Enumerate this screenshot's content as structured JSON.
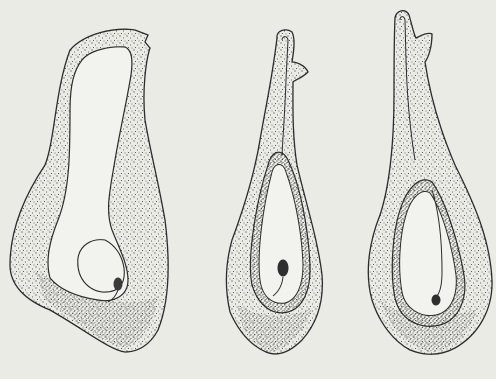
{
  "figures": [
    {
      "id": "fig-left",
      "contains": [
        "wall",
        "cavity",
        "embryo-sac",
        "embryo"
      ]
    },
    {
      "id": "fig-middle",
      "contains": [
        "wall",
        "inner-layer",
        "cavity",
        "embryo"
      ]
    },
    {
      "id": "fig-right",
      "contains": [
        "wall",
        "inner-layer",
        "cavity",
        "embryo"
      ]
    }
  ],
  "colors": {
    "paper": "#ebebe6",
    "ink": "#2b2b2b",
    "stipple": "#3a3a3a",
    "cavity": "#f2f2ee"
  }
}
